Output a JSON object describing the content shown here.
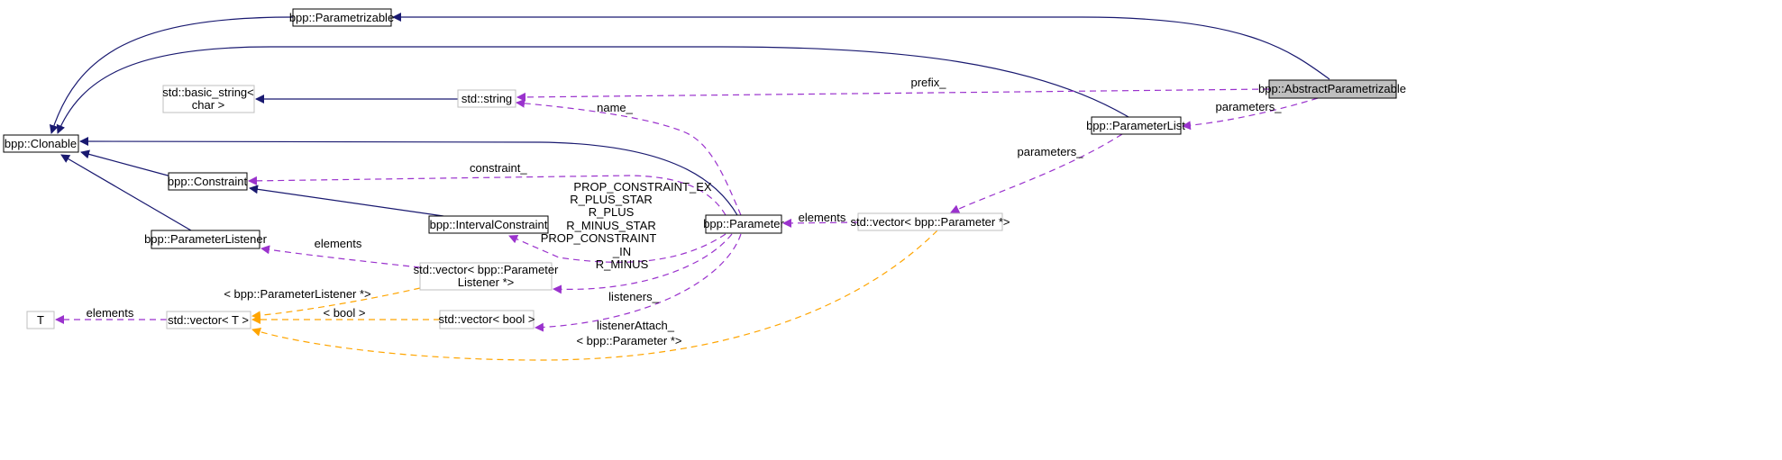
{
  "colors": {
    "inheritance": "#191970",
    "usage": "#9a32cd",
    "template": "#ffa500",
    "focus_fill": "#bfbfbf"
  },
  "nodes": {
    "parametrizable": "bpp::Parametrizable",
    "abstract_parametrizable": "bpp::AbstractParametrizable",
    "basic_string_1": "std::basic_string<",
    "basic_string_2": "char >",
    "string": "std::string",
    "parameter_list": "bpp::ParameterList",
    "clonable": "bpp::Clonable",
    "constraint": "bpp::Constraint",
    "interval_constraint": "bpp::IntervalConstraint",
    "parameter": "bpp::Parameter",
    "vector_parameter": "std::vector< bpp::Parameter *>",
    "parameter_listener": "bpp::ParameterListener",
    "vector_listener_1": "std::vector< bpp::Parameter",
    "vector_listener_2": "Listener *>",
    "t": "T",
    "vector_t": "std::vector< T >",
    "vector_bool": "std::vector< bool >"
  },
  "edge_labels": {
    "prefix": "prefix_",
    "parameters_1": "parameters_",
    "parameters_2": "parameters_",
    "elements_param": "elements",
    "name": "name_",
    "constraint": "constraint_",
    "constants": [
      "PROP_CONSTRAINT_EX",
      "R_PLUS_STAR",
      "R_PLUS",
      "R_MINUS_STAR",
      "PROP_CONSTRAINT",
      "_IN",
      "R_MINUS"
    ],
    "listeners": "listeners_",
    "listener_attach": "listenerAttach_",
    "elements_listener": "elements",
    "elements_t": "elements",
    "tpl_listener": "< bpp::ParameterListener *>",
    "tpl_bool": "< bool >",
    "tpl_parameter": "< bpp::Parameter *>"
  }
}
